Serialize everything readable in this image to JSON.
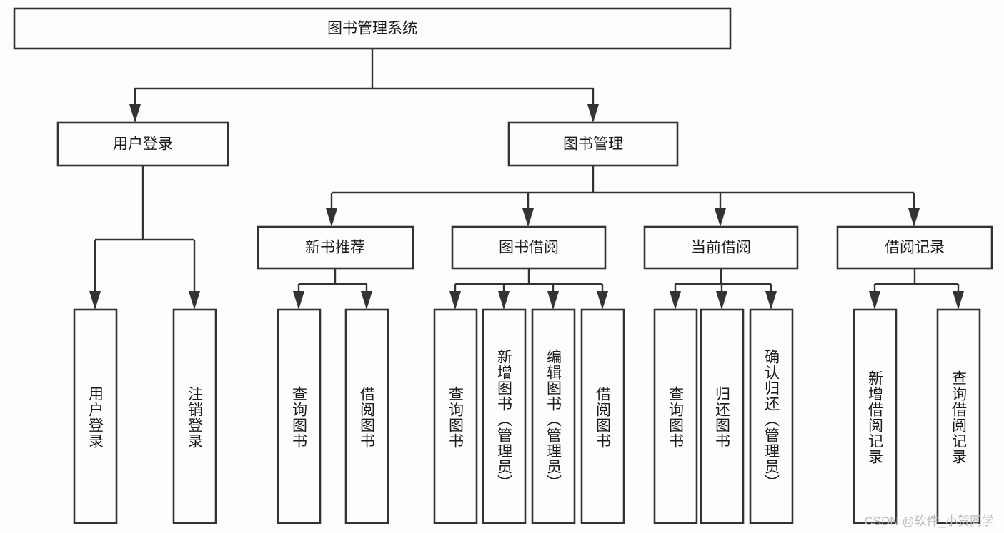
{
  "diagram": {
    "title": "图书管理系统",
    "type": "hierarchy-tree",
    "colors": {
      "background": "#fdfdfd",
      "box_border": "#333333",
      "box_fill": "#fdfdfd",
      "line": "#333333",
      "text": "#1a1a1a",
      "watermark": "#b9b9b9"
    },
    "root": {
      "label": "图书管理系统"
    },
    "level2": [
      {
        "label": "用户登录"
      },
      {
        "label": "图书管理"
      }
    ],
    "level3": [
      {
        "label": "新书推荐"
      },
      {
        "label": "图书借阅"
      },
      {
        "label": "当前借阅"
      },
      {
        "label": "借阅记录"
      }
    ],
    "leaves": {
      "user_login": [
        {
          "label": "用户登录"
        },
        {
          "label": "注销登录"
        }
      ],
      "new_book_recommend": [
        {
          "label": "查询图书"
        },
        {
          "label": "借阅图书"
        }
      ],
      "book_borrow": [
        {
          "label": "查询图书"
        },
        {
          "label": "新增图书（管理员）"
        },
        {
          "label": "编辑图书（管理员）"
        },
        {
          "label": "借阅图书"
        }
      ],
      "current_borrow": [
        {
          "label": "查询图书"
        },
        {
          "label": "归还图书"
        },
        {
          "label": "确认归还（管理员）"
        }
      ],
      "borrow_record": [
        {
          "label": "新增借阅记录"
        },
        {
          "label": "查询借阅记录"
        }
      ]
    }
  },
  "watermark": {
    "text": "CSDN @软件_小贺同学"
  }
}
